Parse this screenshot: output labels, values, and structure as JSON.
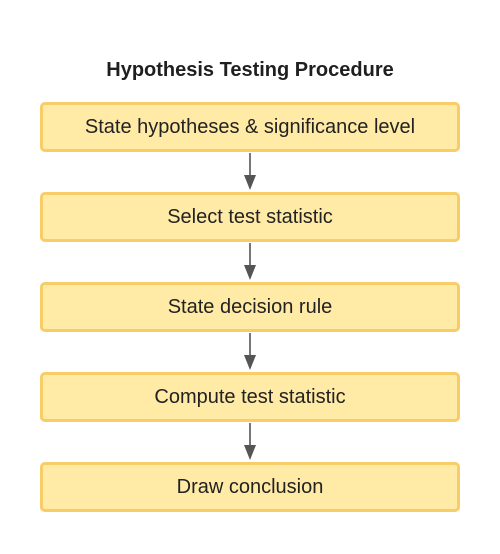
{
  "diagram": {
    "title": "Hypothesis Testing Procedure",
    "steps": [
      {
        "label": "State hypotheses & significance level"
      },
      {
        "label": "Select test statistic"
      },
      {
        "label": "State decision rule"
      },
      {
        "label": "Compute test statistic"
      },
      {
        "label": "Draw conclusion"
      }
    ],
    "colors": {
      "box_fill": "#ffeaa6",
      "box_border": "#f8cc66",
      "arrow": "#555555",
      "text": "#222222"
    },
    "icons": [
      "arrow-down-icon"
    ]
  }
}
